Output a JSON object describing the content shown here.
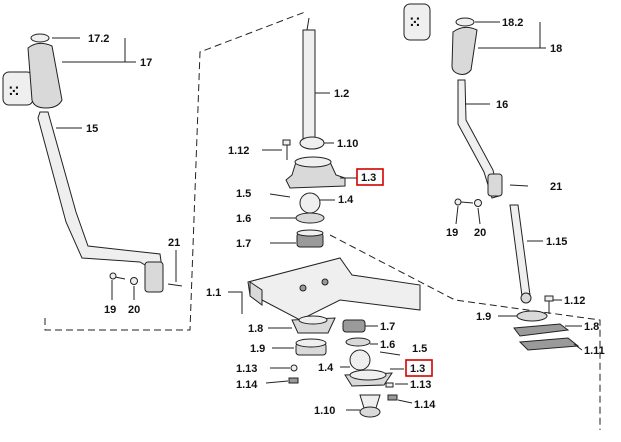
{
  "diagram": {
    "labels": [
      {
        "id": "17_2a",
        "text": "17.2"
      },
      {
        "id": "17",
        "text": "17"
      },
      {
        "id": "15",
        "text": "15"
      },
      {
        "id": "21a",
        "text": "21"
      },
      {
        "id": "19a",
        "text": "19"
      },
      {
        "id": "20a",
        "text": "20"
      },
      {
        "id": "1_2",
        "text": "1.2"
      },
      {
        "id": "1_12a",
        "text": "1.12"
      },
      {
        "id": "1_10a",
        "text": "1.10"
      },
      {
        "id": "1_3a",
        "text": "1.3"
      },
      {
        "id": "1_5a",
        "text": "1.5"
      },
      {
        "id": "1_4a",
        "text": "1.4"
      },
      {
        "id": "1_6a",
        "text": "1.6"
      },
      {
        "id": "1_7a",
        "text": "1.7"
      },
      {
        "id": "1_1",
        "text": "1.1"
      },
      {
        "id": "1_8a",
        "text": "1.8"
      },
      {
        "id": "1_7b",
        "text": "1.7"
      },
      {
        "id": "1_9a",
        "text": "1.9"
      },
      {
        "id": "1_6b",
        "text": "1.6"
      },
      {
        "id": "1_5b",
        "text": "1.5"
      },
      {
        "id": "1_13a",
        "text": "1.13"
      },
      {
        "id": "1_4b",
        "text": "1.4"
      },
      {
        "id": "1_3b",
        "text": "1.3"
      },
      {
        "id": "1_14a",
        "text": "1.14"
      },
      {
        "id": "1_13b",
        "text": "1.13"
      },
      {
        "id": "1_10b",
        "text": "1.10"
      },
      {
        "id": "1_14b",
        "text": "1.14"
      },
      {
        "id": "18_2",
        "text": "18.2"
      },
      {
        "id": "18",
        "text": "18"
      },
      {
        "id": "16",
        "text": "16"
      },
      {
        "id": "21b",
        "text": "21"
      },
      {
        "id": "19b",
        "text": "19"
      },
      {
        "id": "20b",
        "text": "20"
      },
      {
        "id": "1_15",
        "text": "1.15"
      },
      {
        "id": "1_12b",
        "text": "1.12"
      },
      {
        "id": "1_9b",
        "text": "1.9"
      },
      {
        "id": "1_8b",
        "text": "1.8"
      },
      {
        "id": "1_11",
        "text": "1.11"
      }
    ],
    "highlight_color": "#d40000",
    "highlighted": [
      "1_3a",
      "1_3b"
    ]
  }
}
